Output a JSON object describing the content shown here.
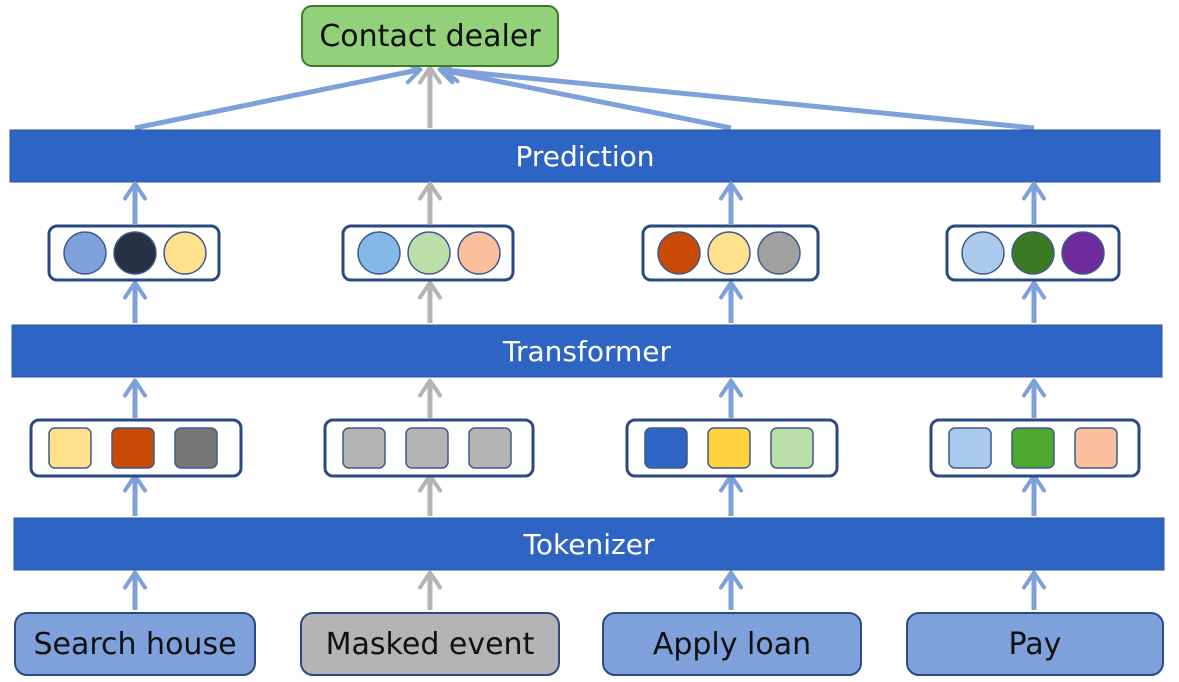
{
  "output_node": {
    "label": "Contact dealer",
    "fill": "#92d07a",
    "stroke": "#3d7a2a"
  },
  "layers": {
    "prediction": {
      "label": "Prediction"
    },
    "transformer": {
      "label": "Transformer"
    },
    "tokenizer": {
      "label": "Tokenizer"
    },
    "bar_fill": "#2e64c3",
    "bar_stroke": "#2a54a0"
  },
  "inputs": [
    {
      "label": "Search house",
      "fill": "#7ea1dc"
    },
    {
      "label": "Masked event",
      "fill": "#b4b4b4"
    },
    {
      "label": "Apply loan",
      "fill": "#7ea1dc"
    },
    {
      "label": "Pay",
      "fill": "#7ea1dc"
    }
  ],
  "token_groups": [
    [
      "#ffe08c",
      "#c84a05",
      "#767676"
    ],
    [
      "#b4b4b4",
      "#b4b4b4",
      "#b4b4b4"
    ],
    [
      "#2e64c3",
      "#ffd23f",
      "#bcdfaa"
    ],
    [
      "#aacbec",
      "#4ea82e",
      "#fbbf9c"
    ]
  ],
  "embedding_groups": [
    [
      "#7ea1dc",
      "#263244",
      "#ffe08c"
    ],
    [
      "#84b8e6",
      "#bcdfaa",
      "#fbbf9c"
    ],
    [
      "#c84a05",
      "#ffe08c",
      "#a0a0a0"
    ],
    [
      "#aacbec",
      "#3a7a23",
      "#6f2b9e"
    ]
  ],
  "arrow_colors": {
    "active": "#7ea1dc",
    "masked": "#b4b4b4"
  },
  "group_stroke": "#2a4a80"
}
